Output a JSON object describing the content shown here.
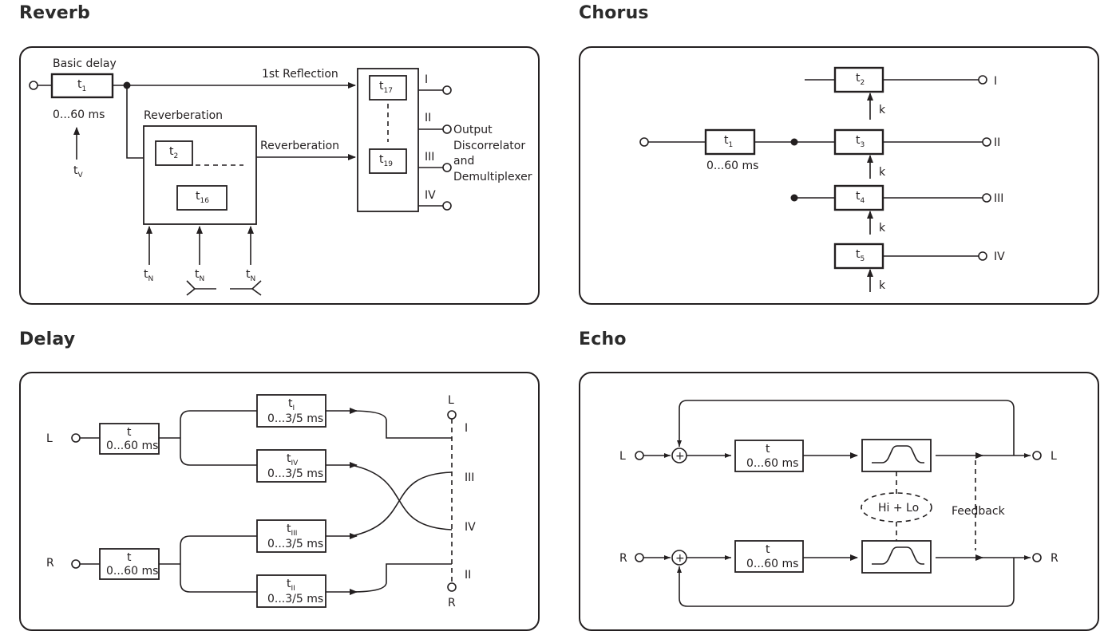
{
  "sections": {
    "reverb": {
      "title": "Reverb",
      "basic_delay": "Basic delay",
      "t1": {
        "main": "t",
        "sub": "1"
      },
      "t1_range": "0...60 ms",
      "tv": {
        "main": "t",
        "sub": "V"
      },
      "first_reflection": "1st Reflection",
      "reverberation_block": "Reverberation",
      "reverberation_arrow": "Reverberation",
      "t2": {
        "main": "t",
        "sub": "2"
      },
      "t16": {
        "main": "t",
        "sub": "16"
      },
      "t17": {
        "main": "t",
        "sub": "17"
      },
      "t19": {
        "main": "t",
        "sub": "19"
      },
      "tn": {
        "main": "t",
        "sub": "N"
      },
      "outputs": [
        "I",
        "II",
        "III",
        "IV"
      ],
      "output_label": [
        "Output",
        "Discorrelator",
        "and",
        "Demultiplexer"
      ]
    },
    "chorus": {
      "title": "Chorus",
      "t1": {
        "main": "t",
        "sub": "1"
      },
      "t1_range": "0...60 ms",
      "taps": [
        {
          "main": "t",
          "sub": "2",
          "k": "k",
          "out": "I"
        },
        {
          "main": "t",
          "sub": "3",
          "k": "k",
          "out": "II"
        },
        {
          "main": "t",
          "sub": "4",
          "k": "k",
          "out": "III"
        },
        {
          "main": "t",
          "sub": "5",
          "k": "k",
          "out": "IV"
        }
      ]
    },
    "delay": {
      "title": "Delay",
      "input_l": "L",
      "input_r": "R",
      "main_delay": {
        "main": "t",
        "range": "0...60 ms"
      },
      "taps": [
        {
          "main": "t",
          "sub": "I",
          "range": "0...3/5 ms"
        },
        {
          "main": "t",
          "sub": "IV",
          "range": "0...3/5 ms"
        },
        {
          "main": "t",
          "sub": "III",
          "range": "0...3/5 ms"
        },
        {
          "main": "t",
          "sub": "II",
          "range": "0...3/5 ms"
        }
      ],
      "out_top": "L",
      "out_bottom": "R",
      "channels": [
        "I",
        "III",
        "IV",
        "II"
      ]
    },
    "echo": {
      "title": "Echo",
      "input_l": "L",
      "input_r": "R",
      "sum_symbol": "+",
      "delay": {
        "main": "t",
        "range": "0...60 ms"
      },
      "filter_label": "Hi + Lo",
      "feedback": "Feedback",
      "out_l": "L",
      "out_r": "R"
    }
  }
}
